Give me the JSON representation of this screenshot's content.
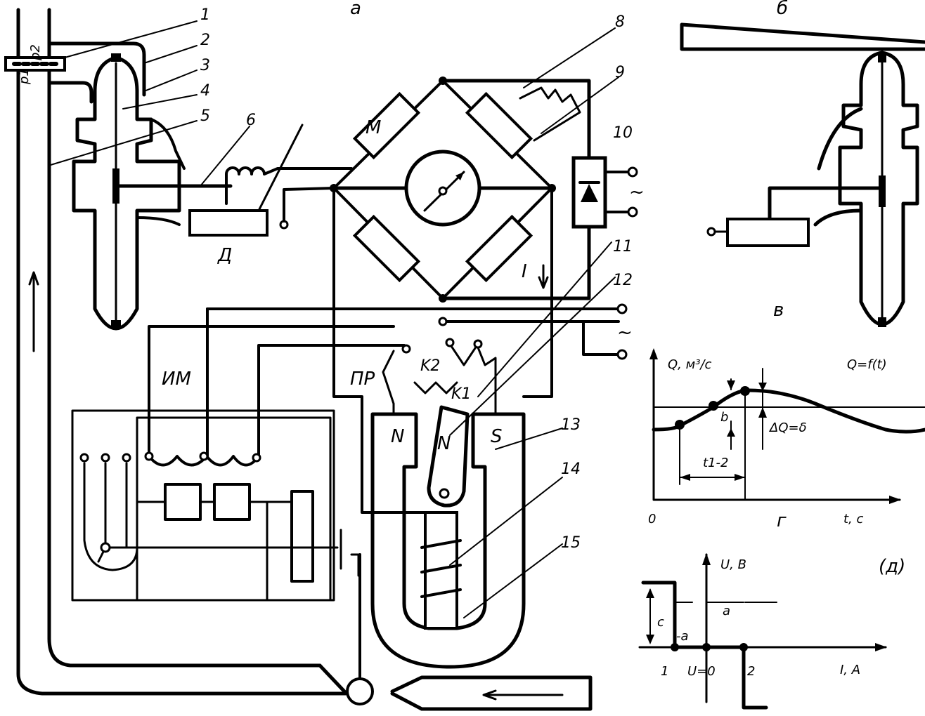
{
  "panels": {
    "a": "а",
    "b": "б",
    "v": "в",
    "g": "г",
    "d": "(д)"
  },
  "labels": {
    "p1": "p1",
    "p2": "p2",
    "n1": "1",
    "n2": "2",
    "n3": "3",
    "n4": "4",
    "n5": "5",
    "n6": "6",
    "n8": "8",
    "n9": "9",
    "n10": "10",
    "n11": "11",
    "n12": "12",
    "n13": "13",
    "n14": "14",
    "n15": "15",
    "M": "M",
    "D": "Д",
    "IM": "ИМ",
    "PR": "ПР",
    "K1": "K1",
    "K2": "K2",
    "N_left": "N",
    "N_arm": "N",
    "S": "S",
    "I": "I",
    "tilde_top": "~",
    "tilde_bottom": "~"
  },
  "graph_g": {
    "ylabel": "Q, м³/с",
    "func": "Q=f(t)",
    "xlabel": "t, c",
    "origin": "0",
    "b": "b",
    "dq": "ΔQ=δ",
    "t12": "t1-2"
  },
  "graph_d": {
    "ylabel": "U, B",
    "xlabel": "I, A",
    "c": "c",
    "minus_a": "-a",
    "a": "a",
    "p1": "1",
    "p2": "2",
    "u0": "U=0"
  }
}
